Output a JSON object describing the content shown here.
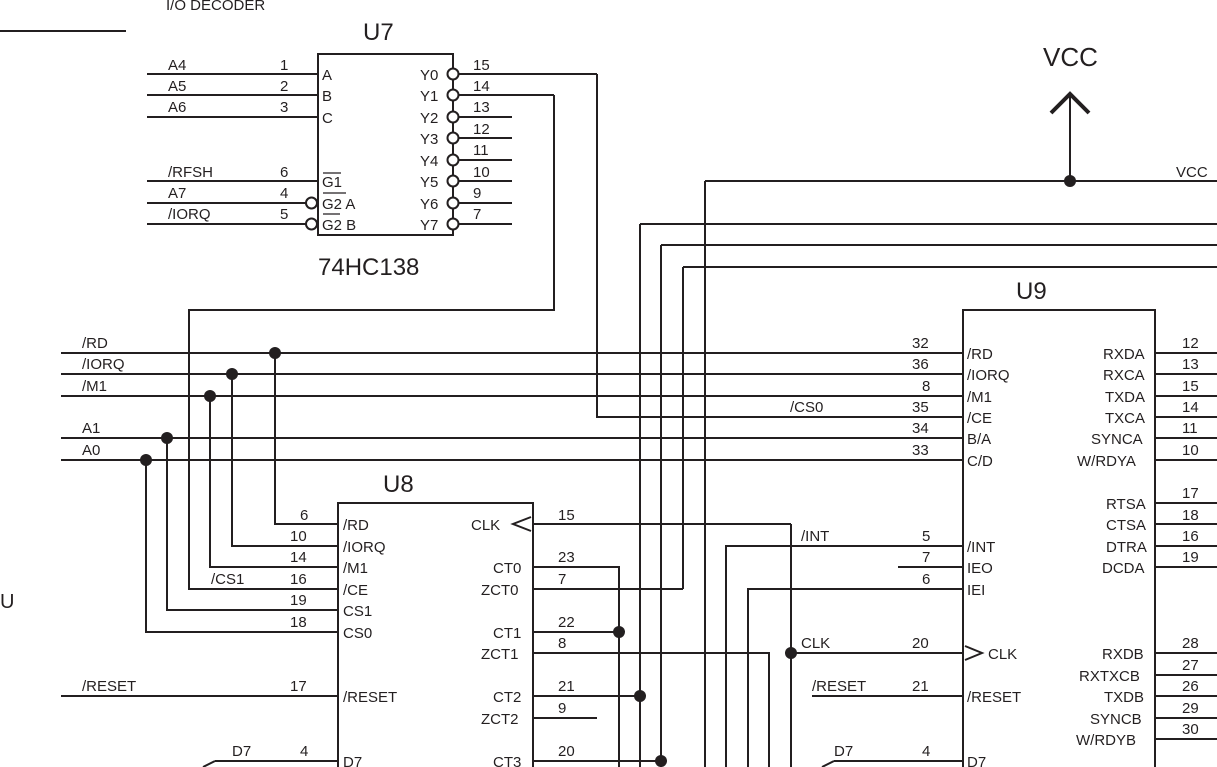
{
  "header": {
    "section_label": "I/O DECODER",
    "left_edge_char": "U"
  },
  "u7": {
    "ref": "U7",
    "part": "74HC138",
    "inputs": [
      {
        "net": "A4",
        "pin": "1",
        "name": "A"
      },
      {
        "net": "A5",
        "pin": "2",
        "name": "B"
      },
      {
        "net": "A6",
        "pin": "3",
        "name": "C"
      },
      {
        "net": "/RFSH",
        "pin": "6",
        "name": "G1"
      },
      {
        "net": "A7",
        "pin": "4",
        "name": "G2 A"
      },
      {
        "net": "/IORQ",
        "pin": "5",
        "name": "G2 B"
      }
    ],
    "outputs": [
      {
        "name": "Y0",
        "pin": "15"
      },
      {
        "name": "Y1",
        "pin": "14"
      },
      {
        "name": "Y2",
        "pin": "13"
      },
      {
        "name": "Y3",
        "pin": "12"
      },
      {
        "name": "Y4",
        "pin": "11"
      },
      {
        "name": "Y5",
        "pin": "10"
      },
      {
        "name": "Y6",
        "pin": "9"
      },
      {
        "name": "Y7",
        "pin": "7"
      }
    ]
  },
  "vcc": {
    "symbol_label": "VCC",
    "rail_label": "VCC"
  },
  "buses": [
    {
      "net": "/RD"
    },
    {
      "net": "/IORQ"
    },
    {
      "net": "/M1"
    },
    {
      "net": "A1"
    },
    {
      "net": "A0"
    },
    {
      "net": "/RESET"
    }
  ],
  "u8": {
    "ref": "U8",
    "left_pins": [
      {
        "pin": "6",
        "name": "/RD"
      },
      {
        "pin": "10",
        "name": "/IORQ"
      },
      {
        "pin": "14",
        "name": "/M1"
      },
      {
        "pin": "16",
        "name": "/CE",
        "net": "/CS1"
      },
      {
        "pin": "19",
        "name": "CS1"
      },
      {
        "pin": "18",
        "name": "CS0"
      },
      {
        "pin": "17",
        "name": "/RESET"
      },
      {
        "pin": "4",
        "name": "D7",
        "net": "D7"
      }
    ],
    "right_pins": [
      {
        "pin": "15",
        "name": "CLK"
      },
      {
        "pin": "23",
        "name": "CT0"
      },
      {
        "pin": "7",
        "name": "ZCT0"
      },
      {
        "pin": "22",
        "name": "CT1"
      },
      {
        "pin": "8",
        "name": "ZCT1"
      },
      {
        "pin": "21",
        "name": "CT2"
      },
      {
        "pin": "9",
        "name": "ZCT2"
      },
      {
        "pin": "20",
        "name": "CT3"
      }
    ]
  },
  "u9": {
    "ref": "U9",
    "left_pins": [
      {
        "pin": "32",
        "name": "/RD"
      },
      {
        "pin": "36",
        "name": "/IORQ"
      },
      {
        "pin": "8",
        "name": "/M1"
      },
      {
        "pin": "35",
        "name": "/CE",
        "net": "/CS0"
      },
      {
        "pin": "34",
        "name": "B/A"
      },
      {
        "pin": "33",
        "name": "C/D"
      },
      {
        "pin": "5",
        "name": "/INT",
        "net": "/INT"
      },
      {
        "pin": "7",
        "name": "IEO"
      },
      {
        "pin": "6",
        "name": "IEI"
      },
      {
        "pin": "20",
        "name": "CLK",
        "net": "CLK"
      },
      {
        "pin": "21",
        "name": "/RESET",
        "net": "/RESET"
      },
      {
        "pin": "4",
        "name": "D7",
        "net": "D7"
      }
    ],
    "right_pins": [
      {
        "name": "RXDA",
        "pin": "12"
      },
      {
        "name": "RXCA",
        "pin": "13"
      },
      {
        "name": "TXDA",
        "pin": "15"
      },
      {
        "name": "TXCA",
        "pin": "14"
      },
      {
        "name": "SYNCA",
        "pin": "11"
      },
      {
        "name": "W/RDYA",
        "pin": "10"
      },
      {
        "name": "RTSA",
        "pin": "17"
      },
      {
        "name": "CTSA",
        "pin": "18"
      },
      {
        "name": "DTRA",
        "pin": "16"
      },
      {
        "name": "DCDA",
        "pin": "19"
      },
      {
        "name": "RXDB",
        "pin": "28"
      },
      {
        "name": "RXTXCB",
        "pin": "27"
      },
      {
        "name": "TXDB",
        "pin": "26"
      },
      {
        "name": "SYNCB",
        "pin": "29"
      },
      {
        "name": "W/RDYB",
        "pin": "30"
      }
    ]
  }
}
